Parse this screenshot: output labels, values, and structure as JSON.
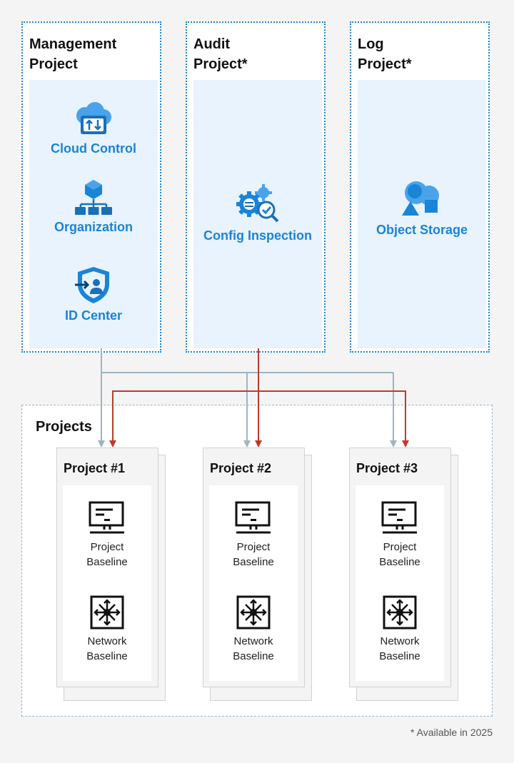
{
  "top_boxes": [
    {
      "title": "Management\nProject",
      "services": [
        {
          "label": "Cloud Control",
          "icon": "cloud-control-icon"
        },
        {
          "label": "Organization",
          "icon": "organization-icon"
        },
        {
          "label": "ID Center",
          "icon": "id-center-icon"
        }
      ]
    },
    {
      "title": "Audit\nProject*",
      "services": [
        {
          "label": "Config Inspection",
          "icon": "config-inspection-icon"
        }
      ]
    },
    {
      "title": "Log\nProject*",
      "services": [
        {
          "label": "Object Storage",
          "icon": "object-storage-icon"
        }
      ]
    }
  ],
  "projects": {
    "title": "Projects",
    "cards": [
      {
        "title": "Project #1",
        "project_baseline": "Project\nBaseline",
        "network_baseline": "Network\nBaseline"
      },
      {
        "title": "Project #2",
        "project_baseline": "Project\nBaseline",
        "network_baseline": "Network\nBaseline"
      },
      {
        "title": "Project #3",
        "project_baseline": "Project\nBaseline",
        "network_baseline": "Network\nBaseline"
      }
    ]
  },
  "footnote": "* Available in 2025",
  "colors": {
    "accent": "#1a84d6",
    "management_line": "#9eb4c4",
    "audit_line": "#c0392b",
    "inner_fill": "#e8f3fd"
  }
}
